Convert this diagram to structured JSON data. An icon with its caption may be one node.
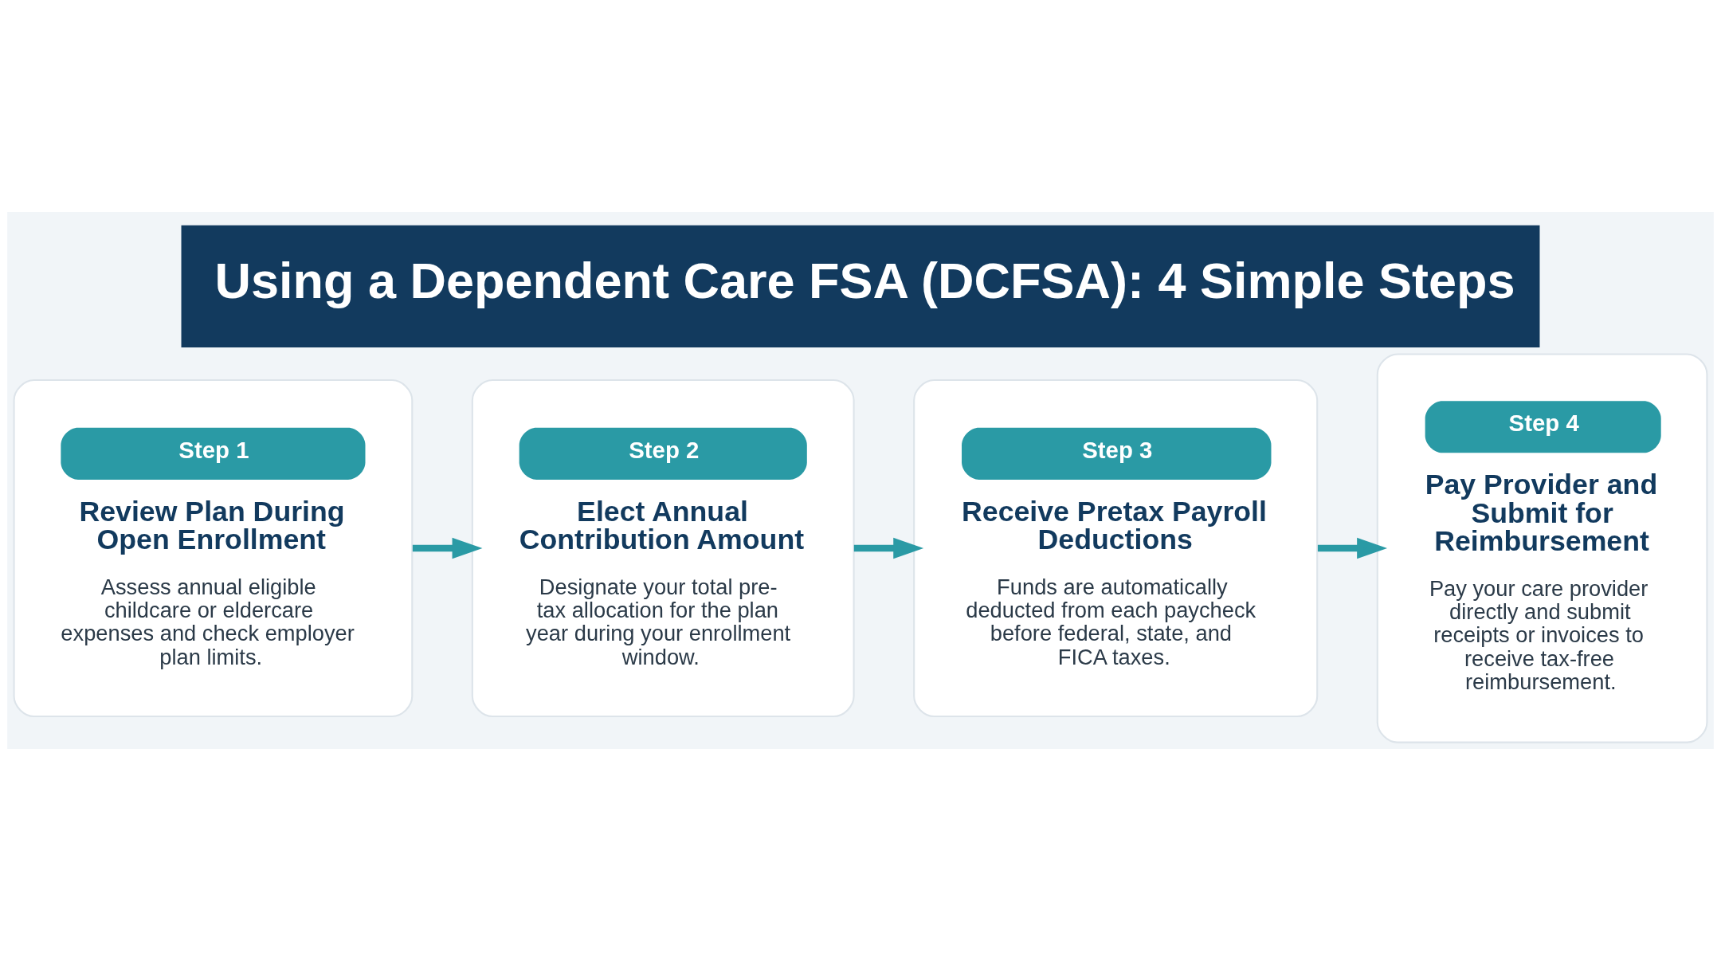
{
  "diagram": {
    "title": "Using a Dependent Care FSA (DCFSA): 4 Simple Steps",
    "nodes": [
      {
        "text": [
          "Step 1",
          "Review Plan During Open Enrollment",
          "Assess annual eligible childcare or eldercare expenses and check employer plan limits."
        ]
      },
      {
        "text": [
          "Step 2",
          "Elect Annual Contribution Amount",
          "Designate your total pre-tax allocation for the plan year during your enrollment window."
        ]
      },
      {
        "text": [
          "Step 3",
          "Receive Pretax Payroll Deductions",
          "Funds are automatically deducted from each paycheck before federal, state, and FICA taxes."
        ]
      },
      {
        "text": [
          "Step 4",
          "Pay Provider and Submit for Reimbursement",
          "Pay your care provider directly and submit receipts or invoices to receive tax-free reimbursement."
        ]
      }
    ],
    "edges": [
      {
        "from": 0,
        "to": 1,
        "arrow": "to"
      },
      {
        "from": 1,
        "to": 2,
        "arrow": "to"
      },
      {
        "from": 2,
        "to": 3,
        "arrow": "to"
      }
    ]
  }
}
